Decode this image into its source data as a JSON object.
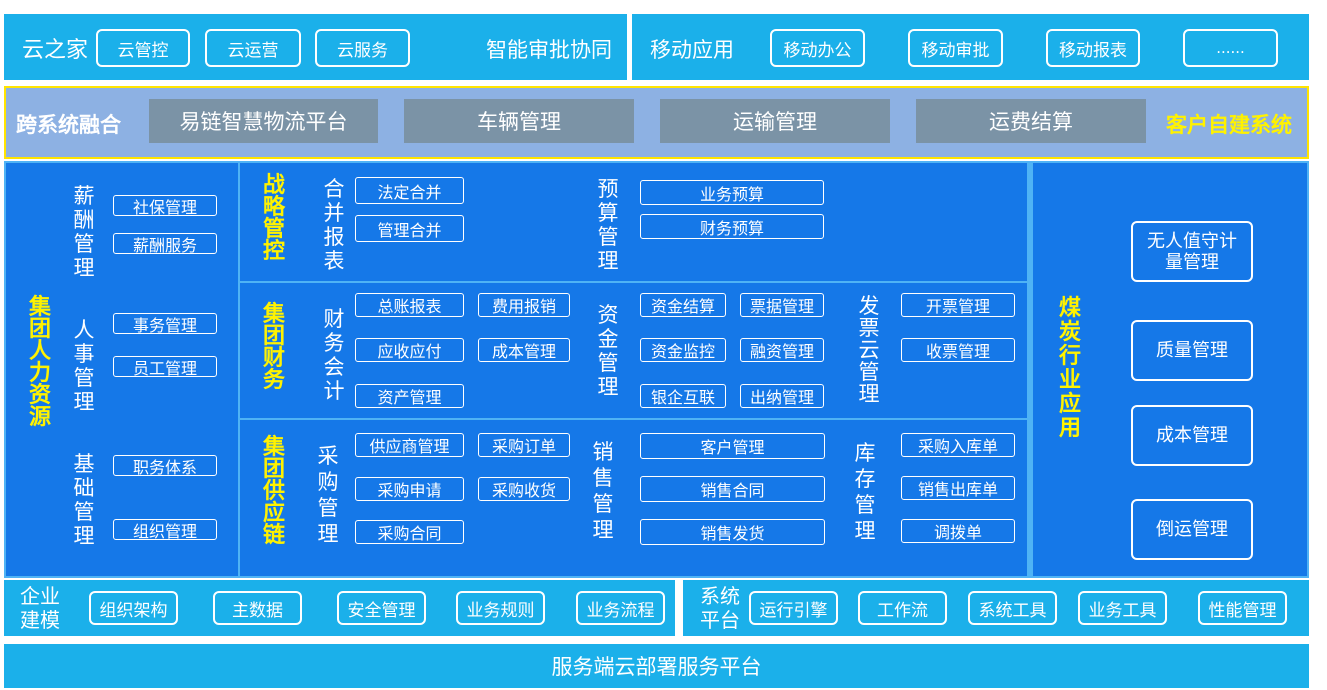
{
  "top_left": {
    "title": "云之家",
    "buttons": [
      "云管控",
      "云运营",
      "云服务"
    ],
    "right_label": "智能审批协同"
  },
  "top_right": {
    "title": "移动应用",
    "buttons": [
      "移动办公",
      "移动审批",
      "移动报表",
      "......"
    ]
  },
  "cross": {
    "title": "跨系统融合",
    "items": [
      "易链智慧物流平台",
      "车辆管理",
      "运输管理",
      "运费结算"
    ],
    "right_label": "客户自建系统"
  },
  "hr": {
    "title": "集团人力资源",
    "groups": [
      {
        "label": "薪酬管理",
        "items": [
          "社保管理",
          "薪酬服务"
        ]
      },
      {
        "label": "人事管理",
        "items": [
          "事务管理",
          "员工管理"
        ]
      },
      {
        "label": "基础管理",
        "items": [
          "职务体系",
          "组织管理"
        ]
      }
    ]
  },
  "strategy": {
    "title": "战略管控",
    "merge": {
      "label": "合并报表",
      "items": [
        "法定合并",
        "管理合并"
      ]
    },
    "budget": {
      "label": "预算管理",
      "items": [
        "业务预算",
        "财务预算"
      ]
    }
  },
  "finance": {
    "title": "集团财务",
    "accounting": {
      "label": "财务会计",
      "items": [
        "总账报表",
        "费用报销",
        "应收应付",
        "成本管理",
        "资产管理"
      ]
    },
    "funds": {
      "label": "资金管理",
      "items": [
        "资金结算",
        "票据管理",
        "资金监控",
        "融资管理",
        "银企互联",
        "出纳管理"
      ]
    },
    "invoice": {
      "label": "发票云管理",
      "items": [
        "开票管理",
        "收票管理"
      ]
    }
  },
  "supply": {
    "title": "集团供应链",
    "purchase": {
      "label": "采购管理",
      "items": [
        "供应商管理",
        "采购订单",
        "采购申请",
        "采购收货",
        "采购合同"
      ]
    },
    "sales": {
      "label": "销售管理",
      "items": [
        "客户管理",
        "销售合同",
        "销售发货"
      ]
    },
    "inventory": {
      "label": "库存管理",
      "items": [
        "采购入库单",
        "销售出库单",
        "调拨单"
      ]
    }
  },
  "coal": {
    "title": "煤炭行业应用",
    "items": [
      "无人值守计量管理",
      "质量管理",
      "成本管理",
      "倒运管理"
    ]
  },
  "modeling": {
    "title": "企业建模",
    "items": [
      "组织架构",
      "主数据",
      "安全管理",
      "业务规则",
      "业务流程"
    ]
  },
  "platform": {
    "title": "系统平台",
    "items": [
      "运行引擎",
      "工作流",
      "系统工具",
      "业务工具",
      "性能管理"
    ]
  },
  "footer": {
    "label": "服务端云部署服务平台"
  },
  "colors": {
    "cyan": "#1bb0ea",
    "blue": "#1578e8",
    "grey": "#7b93a6",
    "yellow": "#fff200"
  }
}
